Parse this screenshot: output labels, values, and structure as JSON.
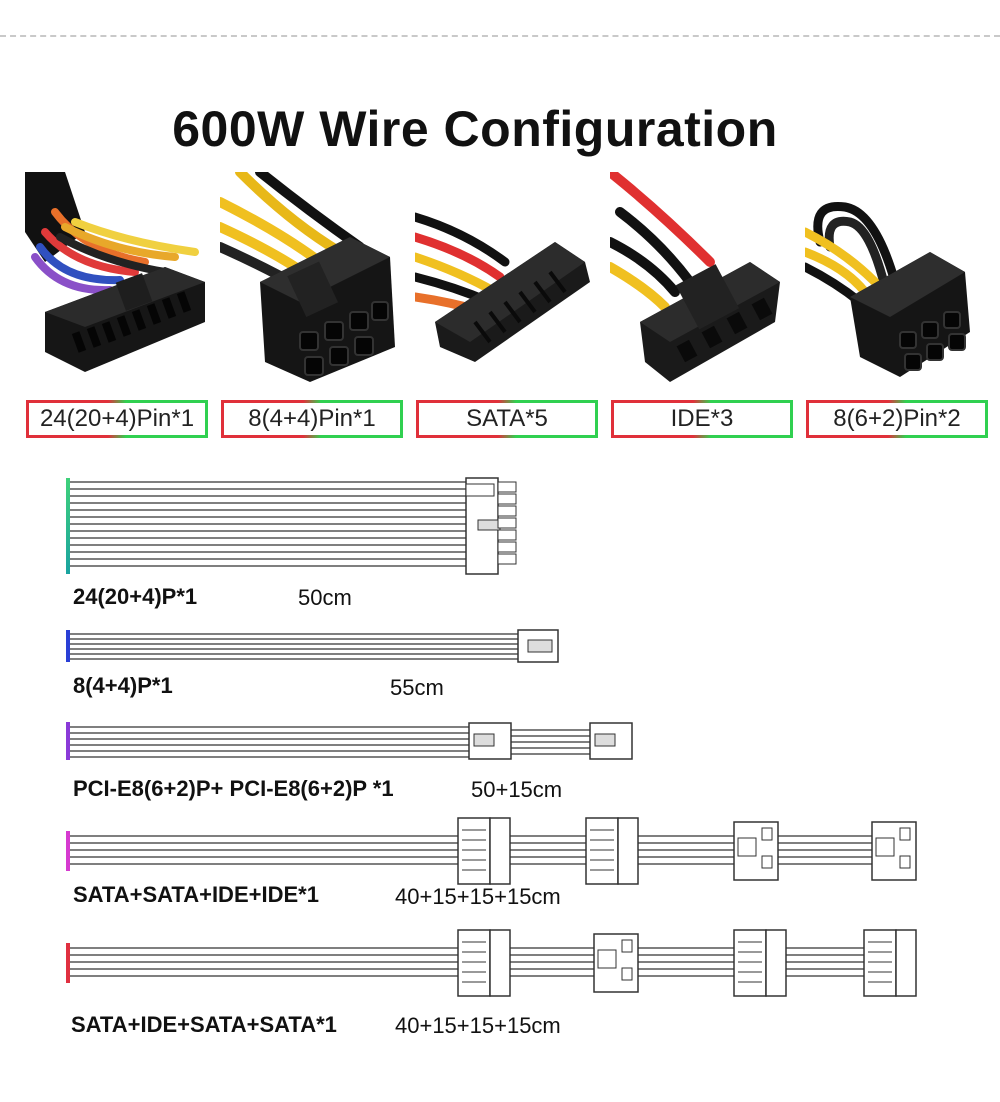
{
  "title": "600W Wire Configuration",
  "connectors": [
    {
      "label": "24(20+4)Pin*1",
      "icon": "atx-24pin-connector-photo"
    },
    {
      "label": "8(4+4)Pin*1",
      "icon": "cpu-8pin-connector-photo"
    },
    {
      "label": "SATA*5",
      "icon": "sata-connector-photo"
    },
    {
      "label": "IDE*3",
      "icon": "ide-molex-connector-photo"
    },
    {
      "label": "8(6+2)Pin*2",
      "icon": "pcie-8pin-connector-photo"
    }
  ],
  "cables": [
    {
      "name": "24(20+4)P*1",
      "length": "50cm"
    },
    {
      "name": "8(4+4)P*1",
      "length": "55cm"
    },
    {
      "name": "PCI-E8(6+2)P+ PCI-E8(6+2)P *1",
      "length": "50+15cm"
    },
    {
      "name": "SATA+SATA+IDE+IDE*1",
      "length": "40+15+15+15cm"
    },
    {
      "name": "SATA+IDE+SATA+SATA*1",
      "length": "40+15+15+15cm"
    }
  ],
  "colors": {
    "label_border_left": "#e0303a",
    "label_border_right": "#30d050",
    "wire": "#555555",
    "cable_accents": [
      "#2ec37a",
      "#2a3fd6",
      "#8a3ad8",
      "#d63ad0",
      "#e03040"
    ]
  }
}
